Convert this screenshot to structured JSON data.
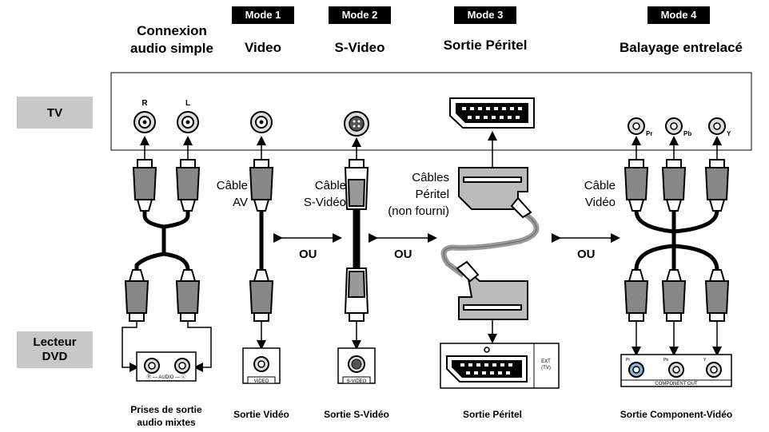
{
  "modes": [
    {
      "tag": "Mode 1",
      "title": "Video"
    },
    {
      "tag": "Mode 2",
      "title": "S-Video"
    },
    {
      "tag": "Mode 3",
      "title": "Sortie Péritel"
    },
    {
      "tag": "Mode 4",
      "title": "Balayage entrelacé"
    }
  ],
  "audio_title_line1": "Connexion",
  "audio_title_line2": "audio simple",
  "side": {
    "tv": "TV",
    "dvd_line1": "Lecteur",
    "dvd_line2": "DVD"
  },
  "cables": {
    "av_1": "Câble",
    "av_2": "AV",
    "svideo_1": "Câble",
    "svideo_2": "S-Vidéo",
    "peritel_1": "Câbles",
    "peritel_2": "Péritel",
    "peritel_3": "(non fourni)",
    "video_1": "Câble",
    "video_2": "Vidéo"
  },
  "or_label": "OU",
  "tv_jacks": {
    "r": "R",
    "l": "L",
    "pr": "Pr",
    "pb": "Pb",
    "y": "Y"
  },
  "dvd_jacks": {
    "audio": "Ⓡ — AUDIO — Ⓛ",
    "video": "VIDEO",
    "svideo": "S-VIDEO",
    "ext": "EXT",
    "ext_tv": "(TV)",
    "pr": "Pr",
    "pb": "Pb",
    "y": "Y",
    "component": "COMPONENT OUT"
  },
  "bottom": {
    "audio_1": "Prises de sortie",
    "audio_2": "audio mixtes",
    "video": "Sortie Vidéo",
    "svideo": "Sortie S-Vidéo",
    "peritel": "Sortie Péritel",
    "component": "Sortie Component-Vidéo"
  },
  "colors": {
    "side_box": "#c8c8c8",
    "scart_cable": "#9a9a9a",
    "jack_blue": "#8ab6d6"
  }
}
